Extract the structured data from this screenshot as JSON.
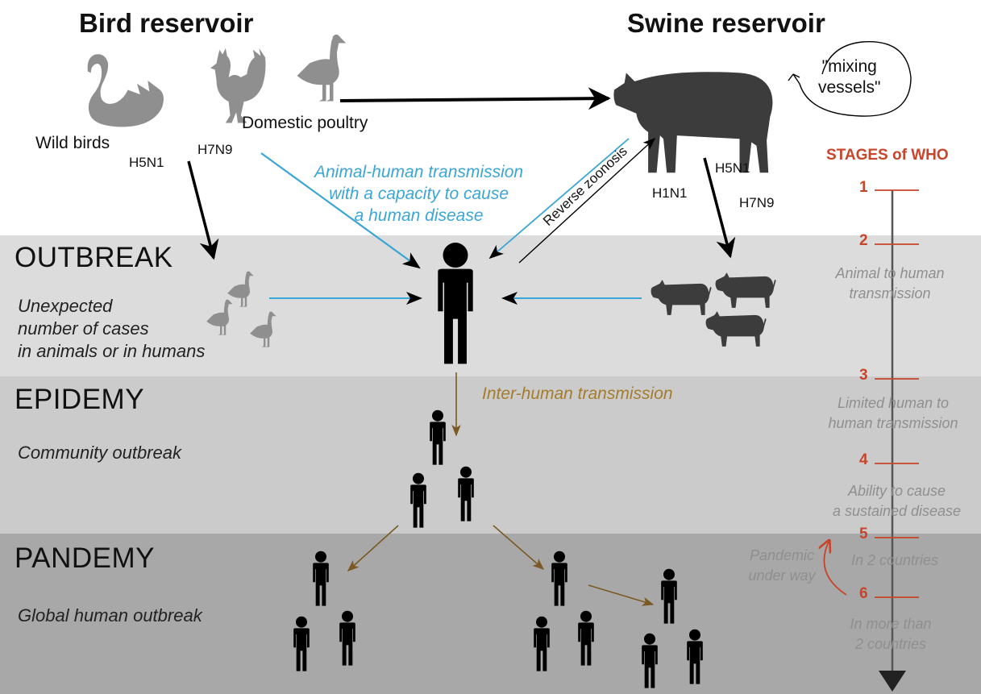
{
  "headers": {
    "bird": "Bird reservoir",
    "swine": "Swine reservoir"
  },
  "labels": {
    "wild_birds": "Wild birds",
    "domestic_poultry": "Domestic poultry",
    "h5n1_bird": "H5N1",
    "h7n9_bird": "H7N9",
    "h5n1_swine": "H5N1",
    "h1n1": "H1N1",
    "h7n9_swine": "H7N9",
    "mixing_1": "\"mixing",
    "mixing_2": "vessels\"",
    "animal_human_1": "Animal-human transmission",
    "animal_human_2": "with a capacity to cause",
    "animal_human_3": "a human disease",
    "reverse_zoonosis": "Reverse zoonosis",
    "inter_human": "Inter-human transmission"
  },
  "bands": {
    "outbreak": {
      "title": "OUTBREAK",
      "desc_1": "Unexpected",
      "desc_2": "number of cases",
      "desc_3": "in animals or in humans"
    },
    "epidemy": {
      "title": "EPIDEMY",
      "desc": "Community outbreak"
    },
    "pandemy": {
      "title": "PANDEMY",
      "desc": "Global human outbreak"
    }
  },
  "who": {
    "title": "STAGES of WHO",
    "stages": [
      {
        "num": "1"
      },
      {
        "num": "2",
        "desc_1": "Animal to human",
        "desc_2": "transmission"
      },
      {
        "num": "3",
        "desc_1": "Limited human to",
        "desc_2": "human transmission"
      },
      {
        "num": "4",
        "desc_1": "Ability to cause",
        "desc_2": "a sustained disease"
      },
      {
        "num": "5",
        "desc_1": "In 2 countries"
      },
      {
        "num": "6",
        "desc_1": "In more than",
        "desc_2": "2 countries"
      }
    ],
    "underway_1": "Pandemic",
    "underway_2": "under way"
  },
  "colors": {
    "animal_human": "#3aa6d6",
    "inter_human": "#a57c2c",
    "who_stage": "#c8442a",
    "outbreak_band": "#dcdcdc",
    "epidemy_band": "#cbcbcb",
    "pandemy_band": "#a8a8a8"
  },
  "icons": [
    "swan-icon",
    "rooster-icon",
    "domestic-goose-icon",
    "swine-icon",
    "human-case-icon"
  ]
}
